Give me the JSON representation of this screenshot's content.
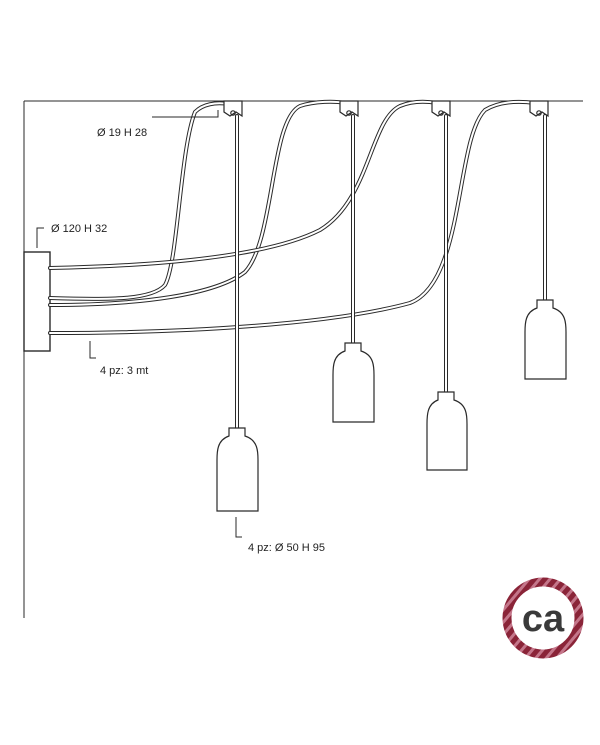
{
  "labels": {
    "hook_dim": "Ø 19 H 28",
    "rose_dim": "Ø 120 H 32",
    "cable_qty": "4 pz: 3 mt",
    "lamp_qty": "4 pz: Ø 50 H 95"
  },
  "logo": {
    "text": "ca",
    "ring_color": "#8a2438",
    "text_color": "#3a3a3a"
  },
  "colors": {
    "line": "#2a2a2a",
    "cable": "#2a2a2a"
  }
}
